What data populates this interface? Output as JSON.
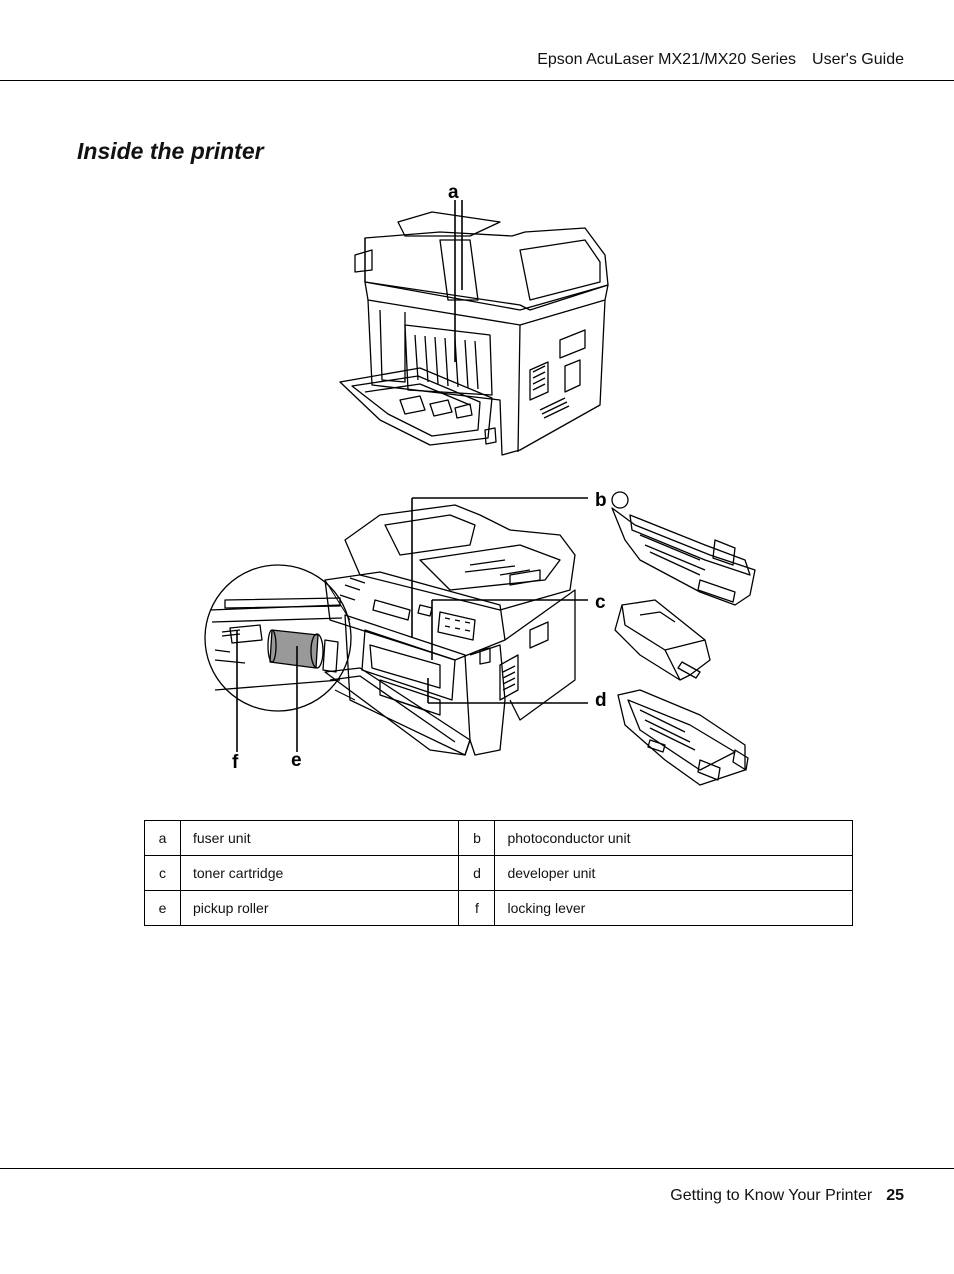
{
  "header": {
    "product": "Epson AcuLaser MX21/MX20 Series",
    "guide": "User's Guide"
  },
  "title": "Inside the printer",
  "figure": {
    "callouts": {
      "a": "a",
      "b": "b",
      "c": "c",
      "d": "d",
      "e": "e",
      "f": "f"
    },
    "illustrations": [
      "printer-rear-view",
      "printer-front-open-view",
      "pickup-roller-detail",
      "photoconductor-unit",
      "toner-cartridge",
      "developer-unit"
    ]
  },
  "legend": {
    "rows": [
      [
        {
          "key": "a",
          "label": "fuser unit"
        },
        {
          "key": "b",
          "label": "photoconductor unit"
        }
      ],
      [
        {
          "key": "c",
          "label": "toner cartridge"
        },
        {
          "key": "d",
          "label": "developer unit"
        }
      ],
      [
        {
          "key": "e",
          "label": "pickup roller"
        },
        {
          "key": "f",
          "label": "locking lever"
        }
      ]
    ]
  },
  "footer": {
    "section": "Getting to Know Your Printer",
    "page": "25"
  }
}
